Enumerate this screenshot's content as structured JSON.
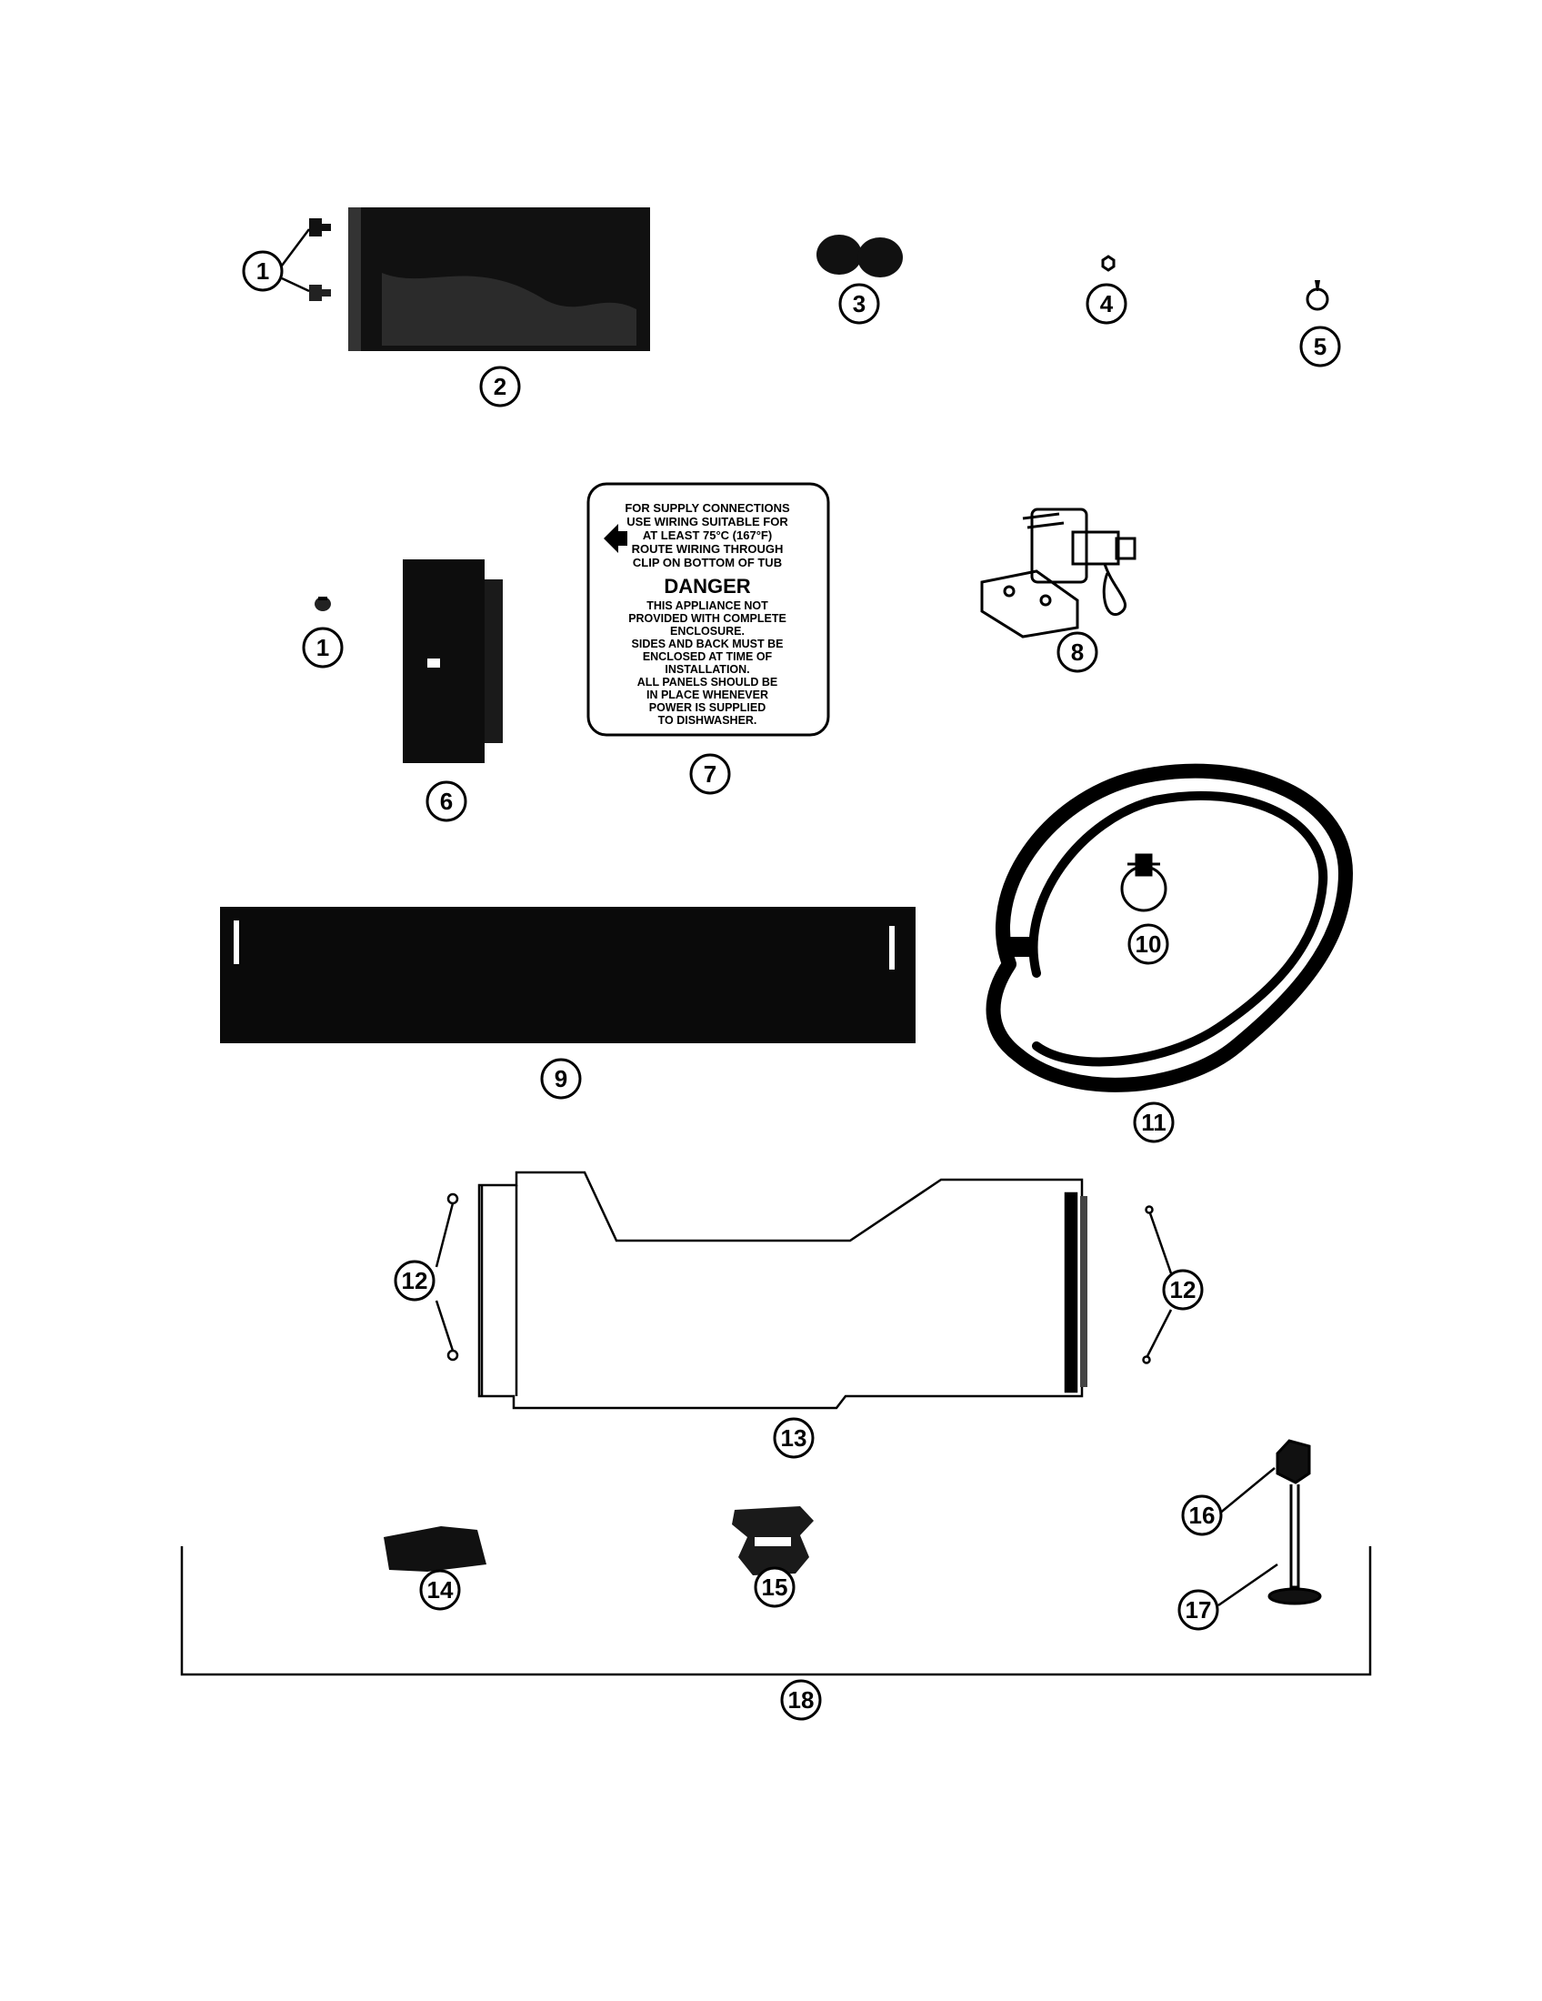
{
  "callouts": {
    "c1a": "1",
    "c1b": "1",
    "c2": "2",
    "c3": "3",
    "c4": "4",
    "c5": "5",
    "c6": "6",
    "c7": "7",
    "c8": "8",
    "c9": "9",
    "c10": "10",
    "c11": "11",
    "c12a": "12",
    "c12b": "12",
    "c13": "13",
    "c14": "14",
    "c15": "15",
    "c16": "16",
    "c17": "17",
    "c18": "18"
  },
  "warning_label": {
    "lines": [
      "FOR SUPPLY CONNECTIONS",
      "USE WIRING SUITABLE FOR",
      "AT LEAST 75°C (167°F)",
      "ROUTE WIRING THROUGH",
      "CLIP ON BOTTOM OF TUB"
    ],
    "heading": "DANGER",
    "body": [
      "THIS APPLIANCE NOT",
      "PROVIDED WITH COMPLETE",
      "ENCLOSURE.",
      "SIDES AND BACK MUST BE",
      "ENCLOSED AT TIME OF",
      "INSTALLATION.",
      "ALL PANELS SHOULD BE",
      "IN PLACE WHENEVER",
      "POWER IS SUPPLIED",
      "TO DISHWASHER."
    ]
  }
}
